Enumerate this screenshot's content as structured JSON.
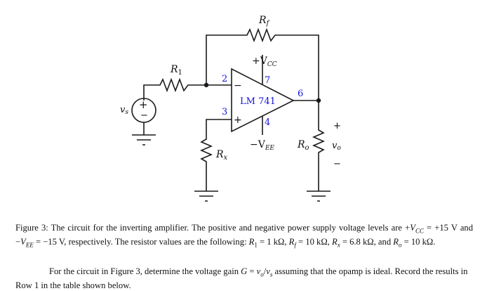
{
  "circuit": {
    "components": {
      "rf_label": "R",
      "rf_sub": "f",
      "r1_label": "R",
      "r1_sub": "1",
      "rx_label": "R",
      "rx_sub": "x",
      "ro_label": "R",
      "ro_sub": "o",
      "vs_label": "v",
      "vs_sub": "s",
      "vo_label": "v",
      "vo_sub": "o",
      "vo_plus": "+",
      "vo_minus": "−",
      "vcc_label": "+V",
      "vcc_sub": "CC",
      "vee_label": "−V",
      "vee_sub": "EE",
      "opamp_name": "LM 741",
      "opamp_minus": "−",
      "opamp_plus": "+"
    },
    "pins": {
      "inverting": "2",
      "noninverting": "3",
      "vcc": "7",
      "vee": "4",
      "output": "6"
    }
  },
  "caption": {
    "figure_label": "Figure 3:",
    "text_1": " The circuit for the inverting amplifier. The positive and negative power supply voltage levels are +",
    "vcc": "V",
    "vcc_sub": "CC",
    "text_2": " = +15 V and −",
    "vee": "V",
    "vee_sub": "EE",
    "text_3": " = −15 V, respectively. The resistor values are the following: ",
    "r1": "R",
    "r1_sub": "1",
    "r1_val": " = 1 kΩ, ",
    "rf": "R",
    "rf_sub": "f",
    "rf_val": " = 10 kΩ, ",
    "rx": "R",
    "rx_sub": "x",
    "rx_val": " = 6.8 kΩ, and ",
    "ro": "R",
    "ro_sub": "o",
    "ro_val": " = 10 kΩ."
  },
  "question": {
    "text_1": "For the circuit in Figure 3, determine the voltage gain ",
    "gain_expr_g": "G",
    "gain_eq": " = ",
    "gain_vo": "v",
    "gain_vo_sub": "o",
    "gain_div": "/",
    "gain_vs": "v",
    "gain_vs_sub": "s",
    "text_2": " assuming that the opamp is ideal. Record the results in Row 1 in the table shown below."
  }
}
